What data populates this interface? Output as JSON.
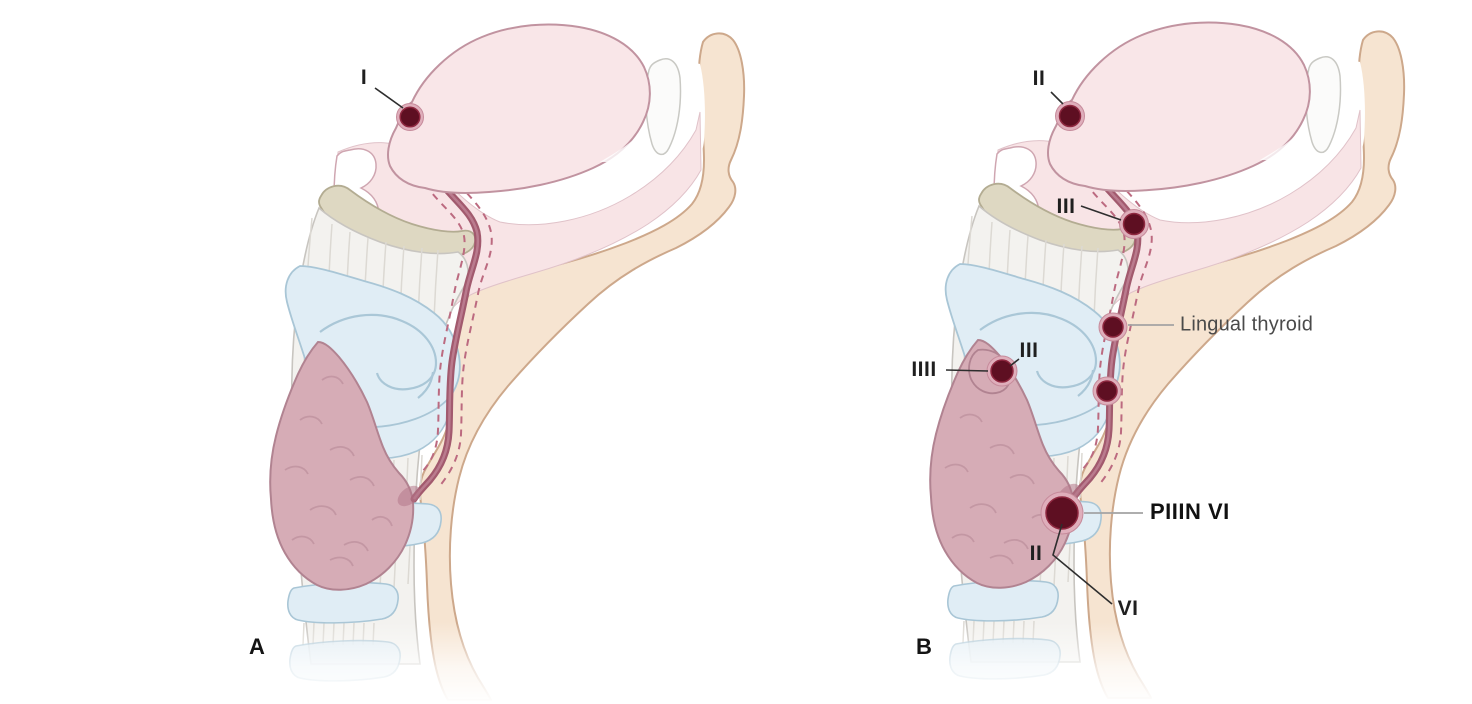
{
  "panels": {
    "a": {
      "label": "A",
      "markers": {
        "foramen_cecum": "I"
      }
    },
    "b": {
      "label": "B",
      "markers": {
        "foramen_cecum": "II",
        "tongue_base": "III",
        "lingual_thyroid": "Lingual thyroid",
        "hyoid_left": "IIII",
        "hyoid_right": "III",
        "thyroid_main": "PIIIN VI",
        "thyroid_sub": "II",
        "thyroid_lower": "VI"
      }
    }
  },
  "colors": {
    "background": "#ffffff",
    "tongue_pink": "#f9e6e8",
    "skin_beige": "#f6e4d1",
    "cartilage_blue": "#e0edf5",
    "muscle_gray": "#f3f2ef",
    "palate_olive": "#ded8c2",
    "thyroid_mauve": "#d6acb6",
    "duct_maroon": "#a25a6e",
    "marker_dark": "#5e0f22",
    "marker_ring": "#dfaebb",
    "label_dark": "#1f1f1f",
    "label_gray": "#4a4a4a",
    "leader_gray": "#a3a3a3"
  }
}
